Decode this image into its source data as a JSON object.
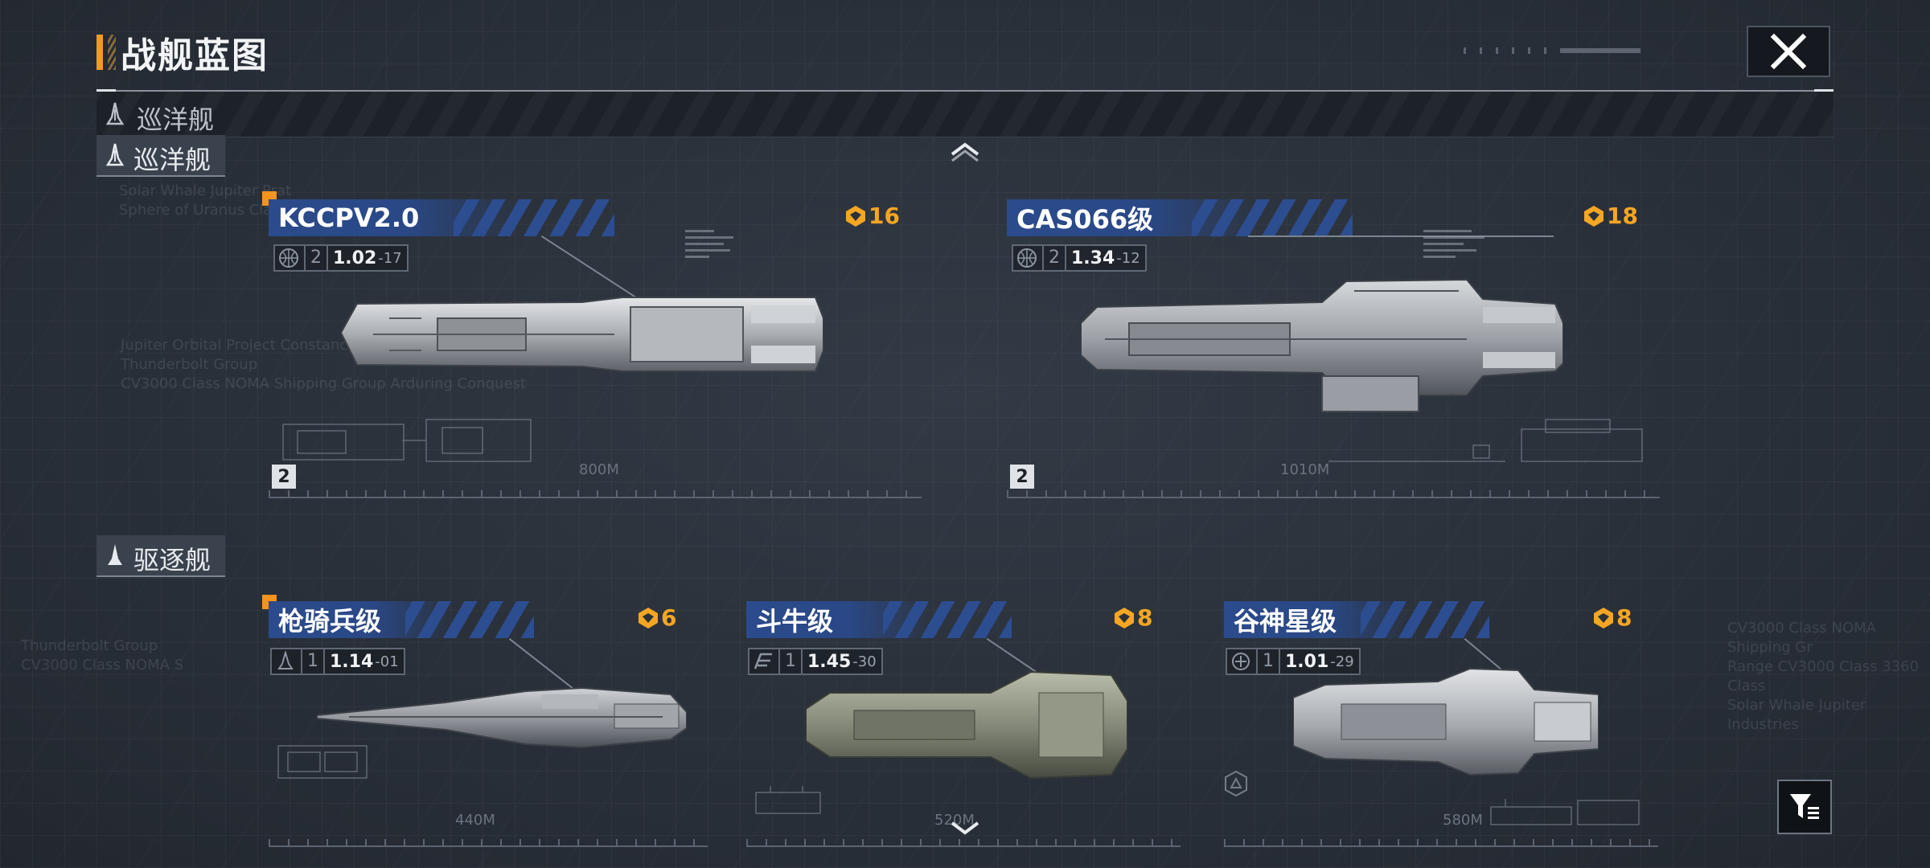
{
  "header": {
    "title": "战舰蓝图"
  },
  "category_bar": {
    "label": "巡洋舰"
  },
  "sections": [
    {
      "label": "巡洋舰"
    },
    {
      "label": "驱逐舰"
    }
  ],
  "cruisers": [
    {
      "name": "KCCPV2.0",
      "cost": "16",
      "level": "2",
      "value": "1.02",
      "sub": "-17",
      "length": "800M",
      "rank": "2"
    },
    {
      "name": "CAS066级",
      "cost": "18",
      "level": "2",
      "value": "1.34",
      "sub": "-12",
      "length": "1010M",
      "rank": "2"
    }
  ],
  "destroyers": [
    {
      "name": "枪骑兵级",
      "cost": "6",
      "level": "1",
      "value": "1.14",
      "sub": "-01",
      "length": "440M"
    },
    {
      "name": "斗牛级",
      "cost": "8",
      "level": "1",
      "value": "1.45",
      "sub": "-30",
      "length": "520M"
    },
    {
      "name": "谷神星级",
      "cost": "8",
      "level": "1",
      "value": "1.01",
      "sub": "-29",
      "length": "580M"
    }
  ],
  "icons": {
    "close": "close-icon",
    "cruiser": "cruiser-class-icon",
    "destroyer": "destroyer-class-icon",
    "up": "chevron-up-icon",
    "down": "chevron-down-icon",
    "filter": "filter-icon",
    "cost": "cost-emblem-icon"
  },
  "colors": {
    "accent": "#f39a23",
    "cost": "#f5a623",
    "name_band": "#2b4b8c"
  }
}
